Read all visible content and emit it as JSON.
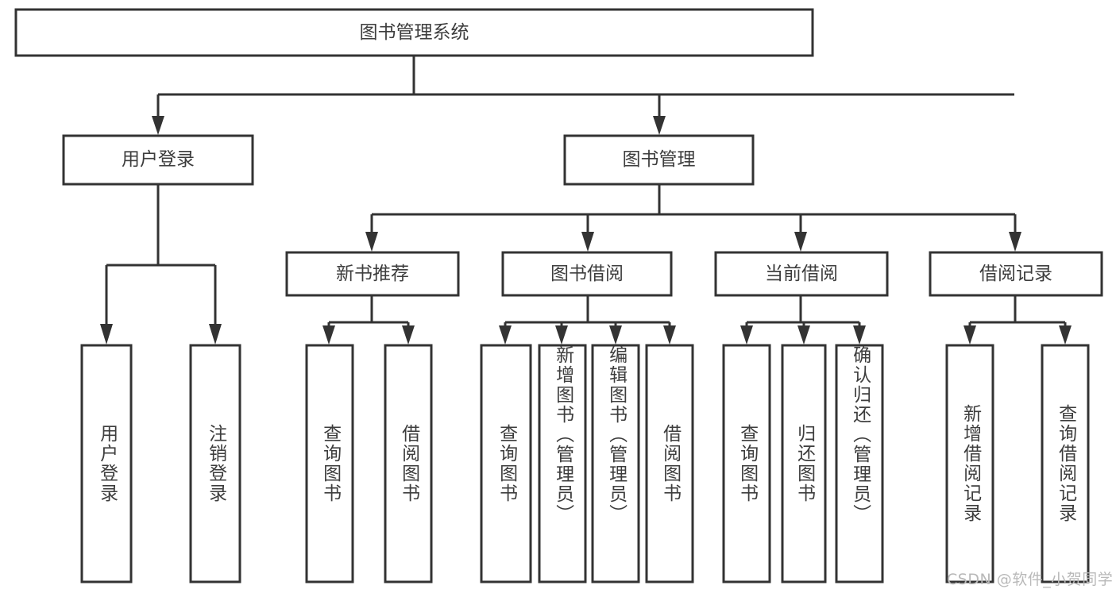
{
  "diagram": {
    "title": "图书管理系统",
    "watermark": "CSDN @软件_小贺同学",
    "colors": {
      "stroke": "#333333",
      "box_fill": "#ffffff",
      "text": "#3d3d3d",
      "watermark": "#b9b9b9",
      "background": "#ffffff"
    },
    "root": {
      "label": "图书管理系统"
    },
    "level2": [
      {
        "label": "用户登录"
      },
      {
        "label": "图书管理"
      }
    ],
    "level3": [
      {
        "label": "新书推荐"
      },
      {
        "label": "图书借阅"
      },
      {
        "label": "当前借阅"
      },
      {
        "label": "借阅记录"
      }
    ],
    "leaves": {
      "user_login": [
        {
          "label": "用户登录"
        },
        {
          "label": "注销登录"
        }
      ],
      "new_book": [
        {
          "label": "查询图书"
        },
        {
          "label": "借阅图书"
        }
      ],
      "book_borrow": [
        {
          "label": "查询图书"
        },
        {
          "label": "新增图书（管理员）"
        },
        {
          "label": "编辑图书（管理员）"
        },
        {
          "label": "借阅图书"
        }
      ],
      "current_borrow": [
        {
          "label": "查询图书"
        },
        {
          "label": "归还图书"
        },
        {
          "label": "确认归还（管理员）"
        }
      ],
      "borrow_record": [
        {
          "label": "新增借阅记录"
        },
        {
          "label": "查询借阅记录"
        }
      ]
    }
  }
}
